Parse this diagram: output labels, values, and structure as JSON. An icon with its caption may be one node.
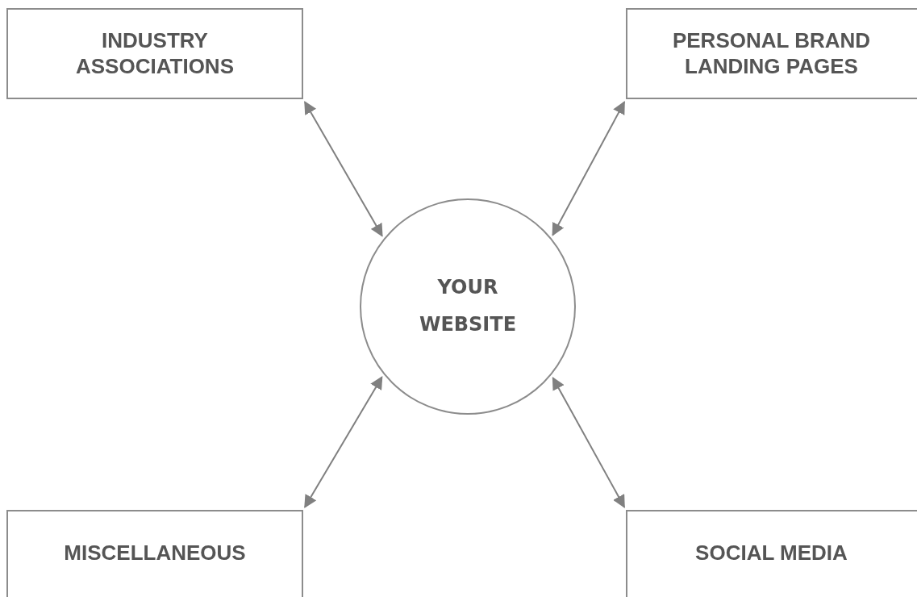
{
  "diagram": {
    "nodes": [
      {
        "text": [
          "INDUSTRY ASSOCIATIONS"
        ]
      },
      {
        "text": [
          "PERSONAL BRAND LANDING PAGES"
        ]
      },
      {
        "text": [
          "YOUR WEBSITE"
        ]
      },
      {
        "text": [
          "MISCELLANEOUS"
        ]
      },
      {
        "text": [
          "SOCIAL MEDIA"
        ]
      }
    ],
    "edges": [
      {
        "from": 0,
        "to": 2,
        "arrow": "both"
      },
      {
        "from": 1,
        "to": 2,
        "arrow": "both"
      },
      {
        "from": 3,
        "to": 2,
        "arrow": "both"
      },
      {
        "from": 4,
        "to": 2,
        "arrow": "both"
      }
    ]
  }
}
